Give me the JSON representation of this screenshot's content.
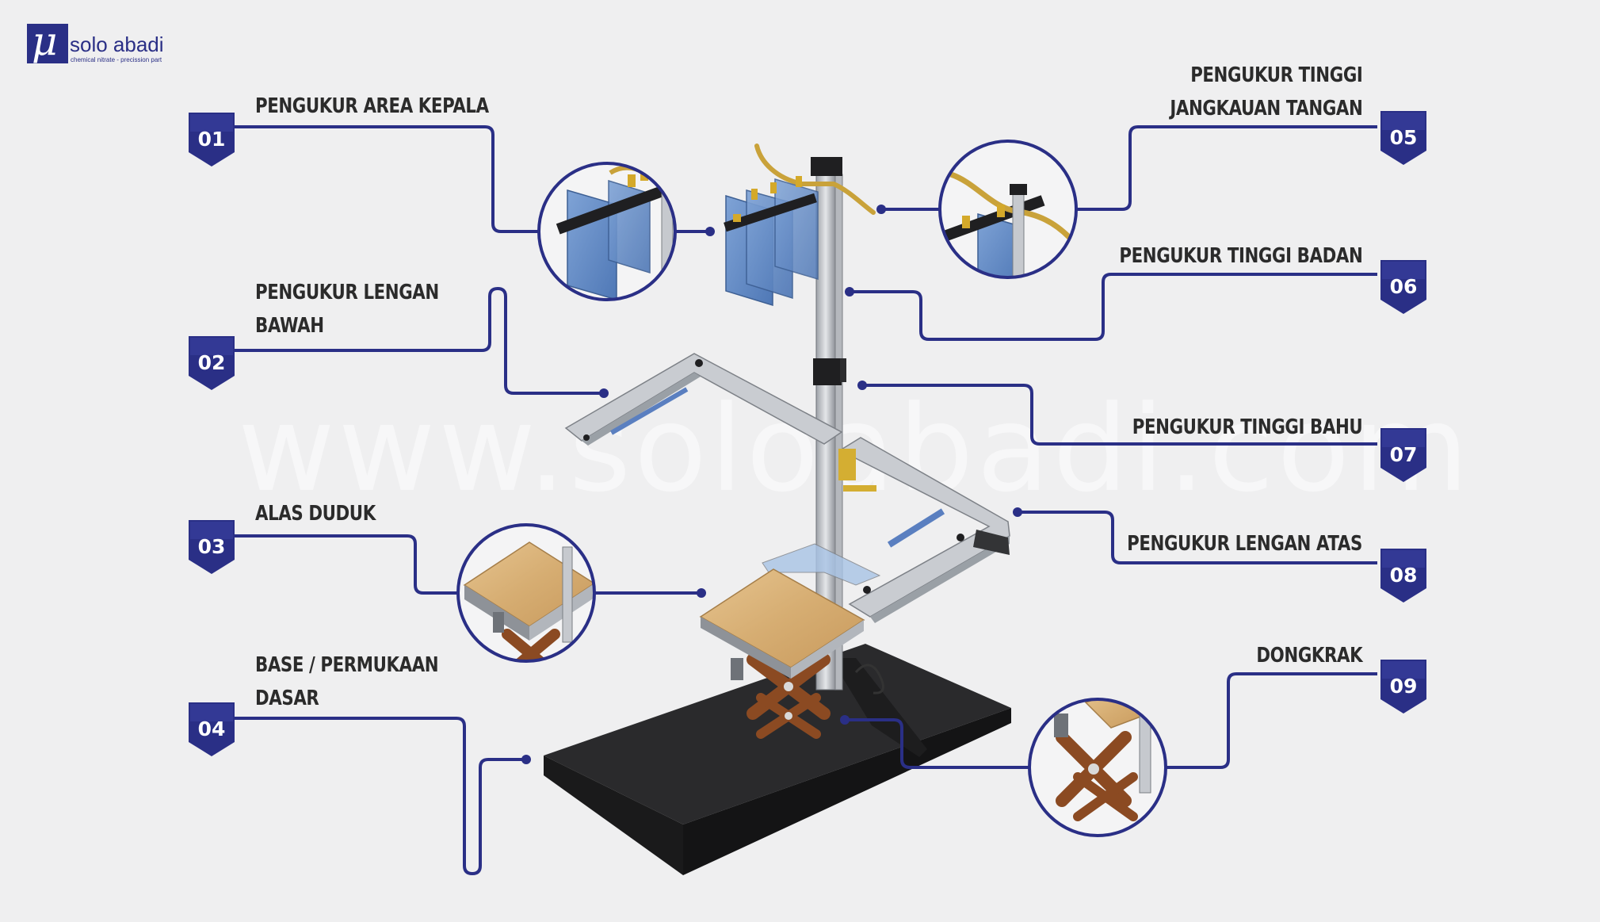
{
  "brand": {
    "logo_glyph": "μ",
    "name": "solo abadi",
    "tagline": "chemical nitrate - precission part",
    "color": "#2a2f86"
  },
  "watermark": "www.soloabadi.com",
  "accent_color": "#2a2f86",
  "callouts": [
    {
      "number": "01",
      "lines": [
        "PENGUKUR AREA KEPALA"
      ]
    },
    {
      "number": "02",
      "lines": [
        "PENGUKUR LENGAN",
        "BAWAH"
      ]
    },
    {
      "number": "03",
      "lines": [
        "ALAS DUDUK"
      ]
    },
    {
      "number": "04",
      "lines": [
        "BASE / PERMUKAAN",
        "DASAR"
      ]
    },
    {
      "number": "05",
      "lines": [
        "PENGUKUR TINGGI",
        "JANGKAUAN TANGAN"
      ]
    },
    {
      "number": "06",
      "lines": [
        "PENGUKUR TINGGI BADAN"
      ]
    },
    {
      "number": "07",
      "lines": [
        "PENGUKUR TINGGI BAHU"
      ]
    },
    {
      "number": "08",
      "lines": [
        "PENGUKUR LENGAN ATAS"
      ]
    },
    {
      "number": "09",
      "lines": [
        "DONGKRAK"
      ]
    }
  ]
}
